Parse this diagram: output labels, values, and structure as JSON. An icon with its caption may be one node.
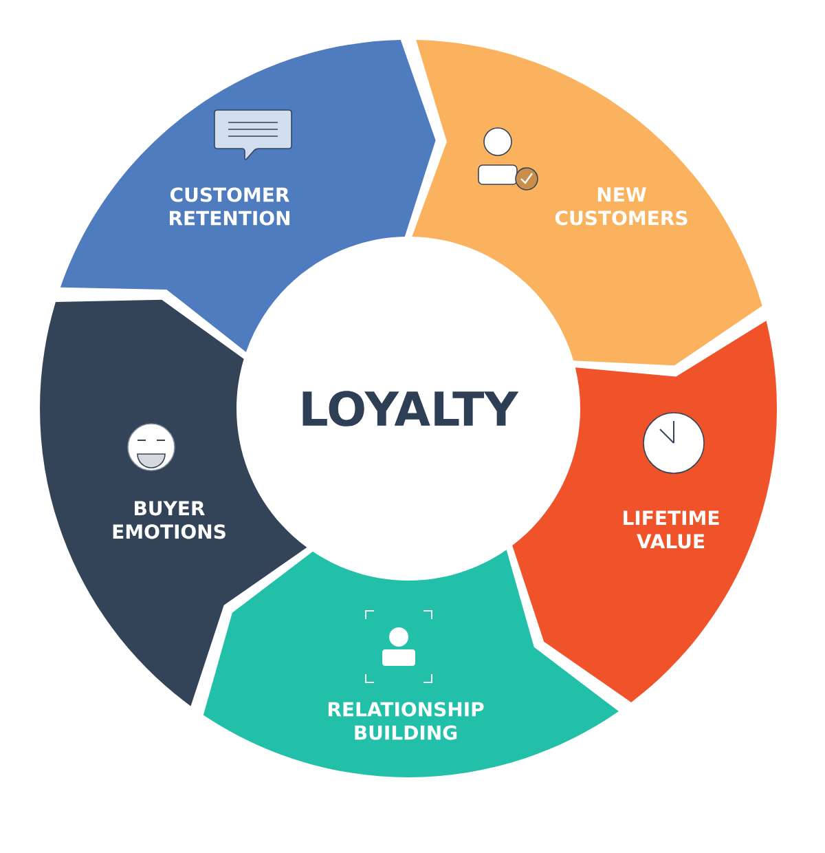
{
  "diagram": {
    "nodes": [
      {
        "text": [
          "CUSTOMER RETENTION"
        ]
      },
      {
        "text": [
          "NEW CUSTOMERS"
        ]
      },
      {
        "text": [
          "LOYALTY"
        ]
      },
      {
        "text": [
          "BUYER EMOTIONS"
        ]
      },
      {
        "text": [
          "LIFETIME VALUE"
        ]
      },
      {
        "text": [
          "RELATIONSHIP BUILDING"
        ]
      }
    ]
  }
}
